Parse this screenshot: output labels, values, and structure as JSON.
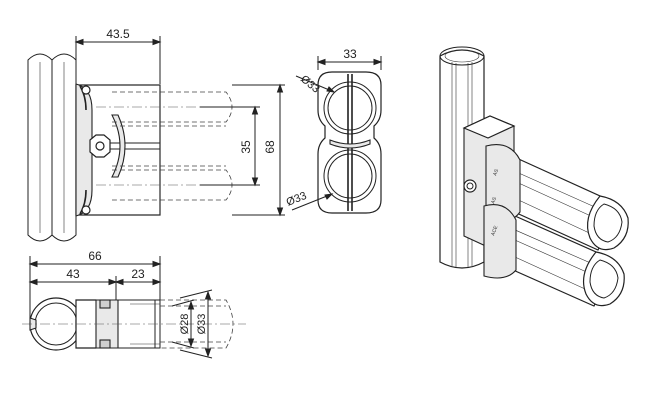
{
  "dimensions": {
    "front_width": "43.5",
    "front_pitch": "35",
    "front_height": "68",
    "end_width": "33",
    "end_dia_top": "Ø33",
    "end_dia_bottom": "Ø33",
    "plan_total": "66",
    "plan_left": "43",
    "plan_right": "23",
    "plan_dia_inner": "Ø28",
    "plan_dia_outer": "Ø33"
  },
  "markings": {
    "iso_mark_1": "AS",
    "iso_mark_2": "AS",
    "iso_mark_3": "ACE"
  }
}
